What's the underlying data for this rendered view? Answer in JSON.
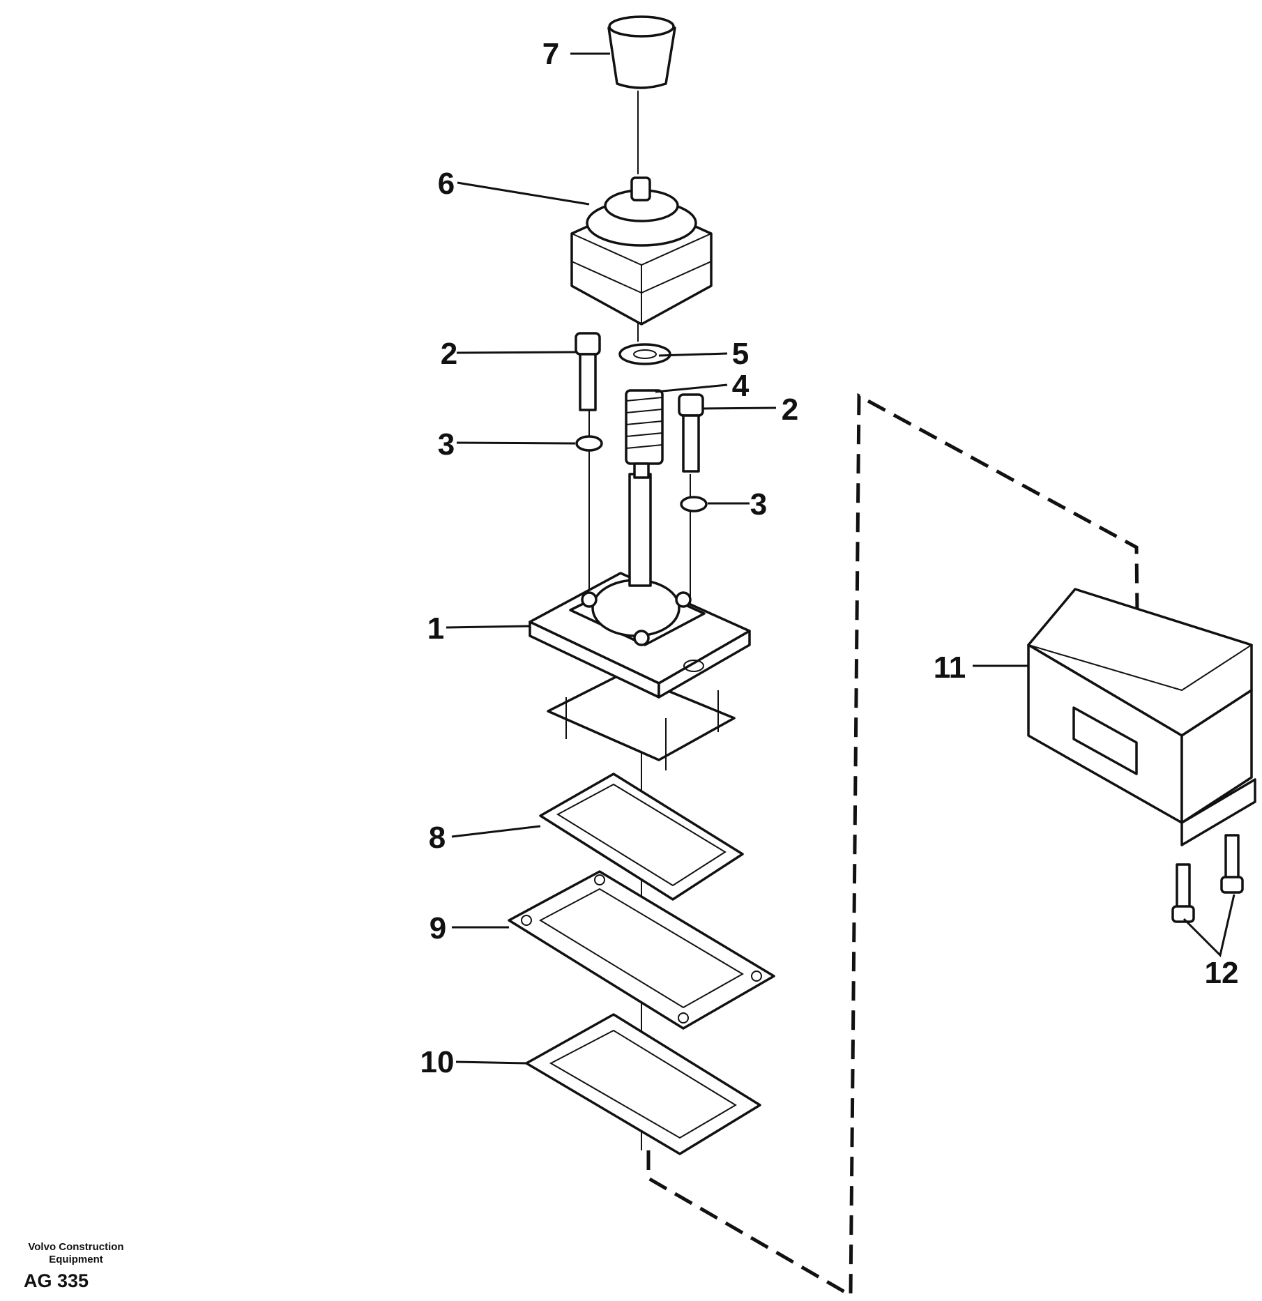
{
  "callouts": {
    "c1": "1",
    "c2a": "2",
    "c2b": "2",
    "c3a": "3",
    "c3b": "3",
    "c4": "4",
    "c5": "5",
    "c6": "6",
    "c7": "7",
    "c8": "8",
    "c9": "9",
    "c10": "10",
    "c11": "11",
    "c12": "12"
  },
  "footer": {
    "brand_line1": "Volvo Construction",
    "brand_line2": "Equipment",
    "doc_ref": "AG 335"
  }
}
